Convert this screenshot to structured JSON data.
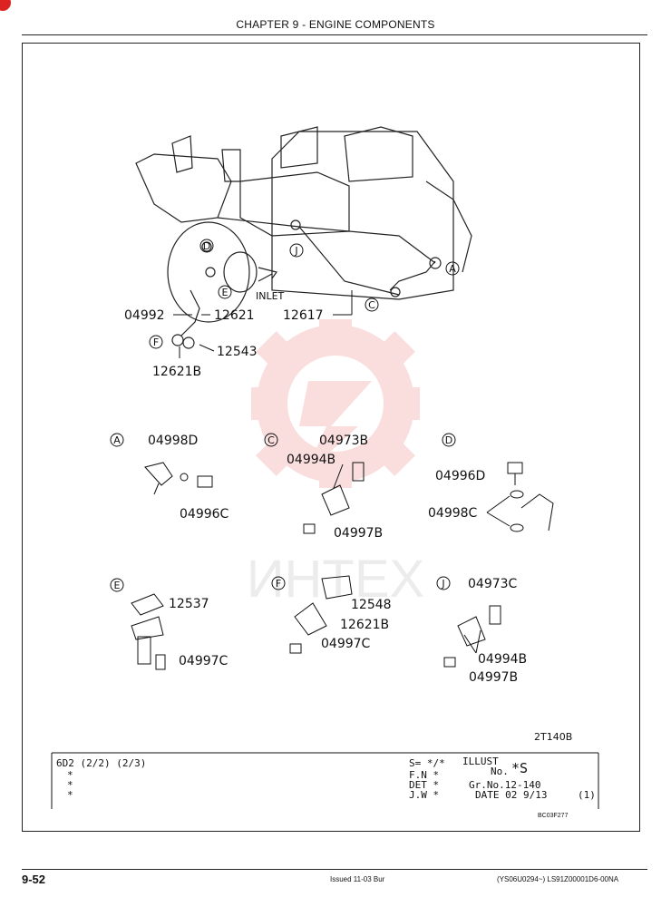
{
  "header": {
    "title": "CHAPTER 9 - ENGINE COMPONENTS"
  },
  "watermark": {
    "text": "ИНТЕХ",
    "color": "#f3b7b7"
  },
  "diagram": {
    "main_labels": {
      "p04992": "04992",
      "p12621": "12621",
      "p12617": "12617",
      "p12543": "12543",
      "p12621B": "12621B",
      "inlet": "INLET"
    },
    "callouts": {
      "A": "A",
      "C": "C",
      "D": "D",
      "E": "E",
      "F": "F",
      "J": "J"
    },
    "detail_A": {
      "p1": "04998D",
      "p2": "04996C"
    },
    "detail_C": {
      "p1": "04973B",
      "p2": "04994B",
      "p3": "04997B"
    },
    "detail_D": {
      "p1": "04996D",
      "p2": "04998C"
    },
    "detail_E": {
      "p1": "12537",
      "p2": "04997C"
    },
    "detail_F": {
      "p1": "12548",
      "p2": "12621B",
      "p3": "04997C"
    },
    "detail_J": {
      "p1": "04973C",
      "p2": "04994B",
      "p3": "04997B"
    },
    "ref_code": "2T140B"
  },
  "info_block": {
    "model": "6D2  (2/2) (2/3)",
    "stars": [
      "*",
      "*",
      "*"
    ],
    "s_line": "S= */*",
    "illust": "ILLUST",
    "no": "No.",
    "star_s": "*S",
    "fn": "F.N *",
    "det": "DET *",
    "jw": "J.W *",
    "gr": "Gr.No.12-140",
    "date": "DATE 02 9/13",
    "paren": "(1)",
    "code": "BC03F277"
  },
  "footer": {
    "page": "9-52",
    "issued": "Issued 11-03   Bur",
    "ref": "(YS06U0294~)  LS91Z00001D6-00NA"
  }
}
